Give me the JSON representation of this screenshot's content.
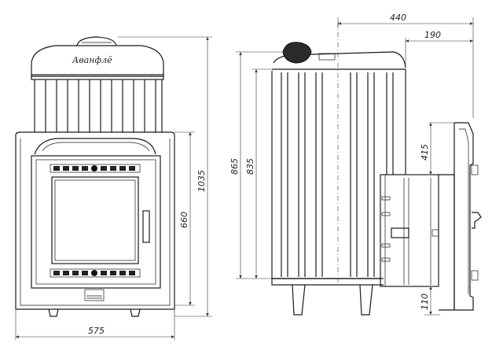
{
  "drawing": {
    "logo_text": "Аванфлё",
    "front_view": {
      "width_label": "575",
      "height_total_label": "1035",
      "height_body_label": "660"
    },
    "side_view": {
      "depth_total_label": "440",
      "depth_tunnel_label": "190",
      "height_total_label": "865",
      "height_body_label": "835",
      "tunnel_height_label": "415",
      "tunnel_bottom_label": "110"
    }
  }
}
